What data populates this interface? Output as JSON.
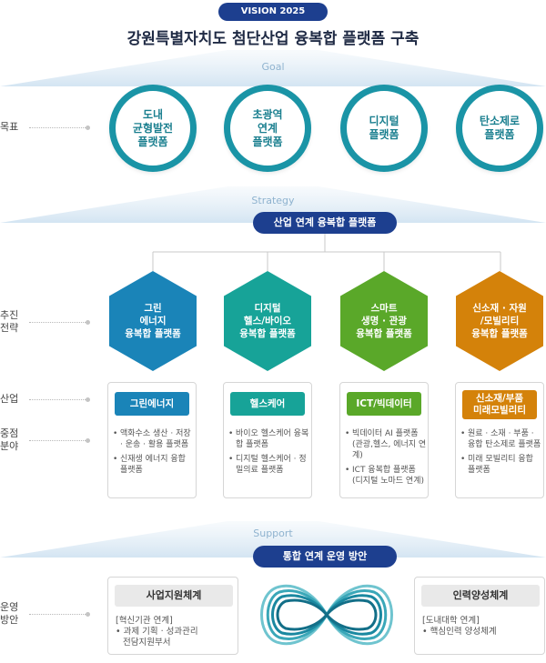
{
  "header": {
    "badge": "VISION 2025",
    "title": "강원특별자치도 첨단산업 융복합 플랫폼 구축"
  },
  "sections": {
    "goal": "Goal",
    "strategy": "Strategy",
    "support": "Support"
  },
  "row_labels": {
    "goal": "목표",
    "strategy_line1": "추진",
    "strategy_line2": "전략",
    "industry": "산업",
    "focus_line1": "중점",
    "focus_line2": "분야",
    "ops_line1": "운영",
    "ops_line2": "방안"
  },
  "goals": [
    {
      "label": "도내\n균형발전\n플랫폼"
    },
    {
      "label": "초광역\n연계\n플랫폼"
    },
    {
      "label": "디지털\n플랫폼"
    },
    {
      "label": "탄소제로\n플랫폼"
    }
  ],
  "strategy_pill": "산업 연계 융복합 플랫폼",
  "strategies": [
    {
      "label": "그린\n에너지\n융복합 플랫폼",
      "color": "#1a84b8"
    },
    {
      "label": "디지털\n헬스/바이오\n융복합 플랫폼",
      "color": "#17a398"
    },
    {
      "label": "스마트\n생명 · 관광\n융복합 플랫폼",
      "color": "#5aa829"
    },
    {
      "label": "신소재 · 자원\n/모빌리티\n융복합 플랫폼",
      "color": "#d4820a"
    }
  ],
  "industries": [
    {
      "name": "그린에너지",
      "color": "#1a84b8",
      "items": [
        "액화수소 생산 · 저장 · 운송 · 활용 플랫폼",
        "신재생 에너지 융합 플랫폼"
      ]
    },
    {
      "name": "헬스케어",
      "color": "#17a398",
      "items": [
        "바이오 헬스케어 융복합 플랫폼",
        "디지털 헬스케어 · 정밀의료 플랫폼"
      ]
    },
    {
      "name": "ICT/빅데이터",
      "color": "#5aa829",
      "items": [
        "빅데이터 AI 플랫폼(관광,헬스, 에너지 연계)",
        "ICT 융복합 플랫폼 (디지털 노마드 연계)"
      ]
    },
    {
      "name": "신소재/부품\n미래모빌리티",
      "color": "#d4820a",
      "items": [
        "원료 · 소재 · 부품 · 융합 탄소제로 플랫폼",
        "미래 모빌리티 융합 플랫폼"
      ]
    }
  ],
  "support_pill": "통합 연계 운영 방안",
  "support_left": {
    "title": "사업지원체계",
    "line1": "[혁신기관 연계]",
    "line2": "• 과제 기획 · 성과관리",
    "line3": "전담지원부서"
  },
  "support_right": {
    "title": "인력양성체계",
    "line1": "[도내대학 연계]",
    "line2": "• 핵심인력 양성체계"
  },
  "colors": {
    "navy": "#1d3f8f",
    "goal_ring": "#1a94a6"
  }
}
